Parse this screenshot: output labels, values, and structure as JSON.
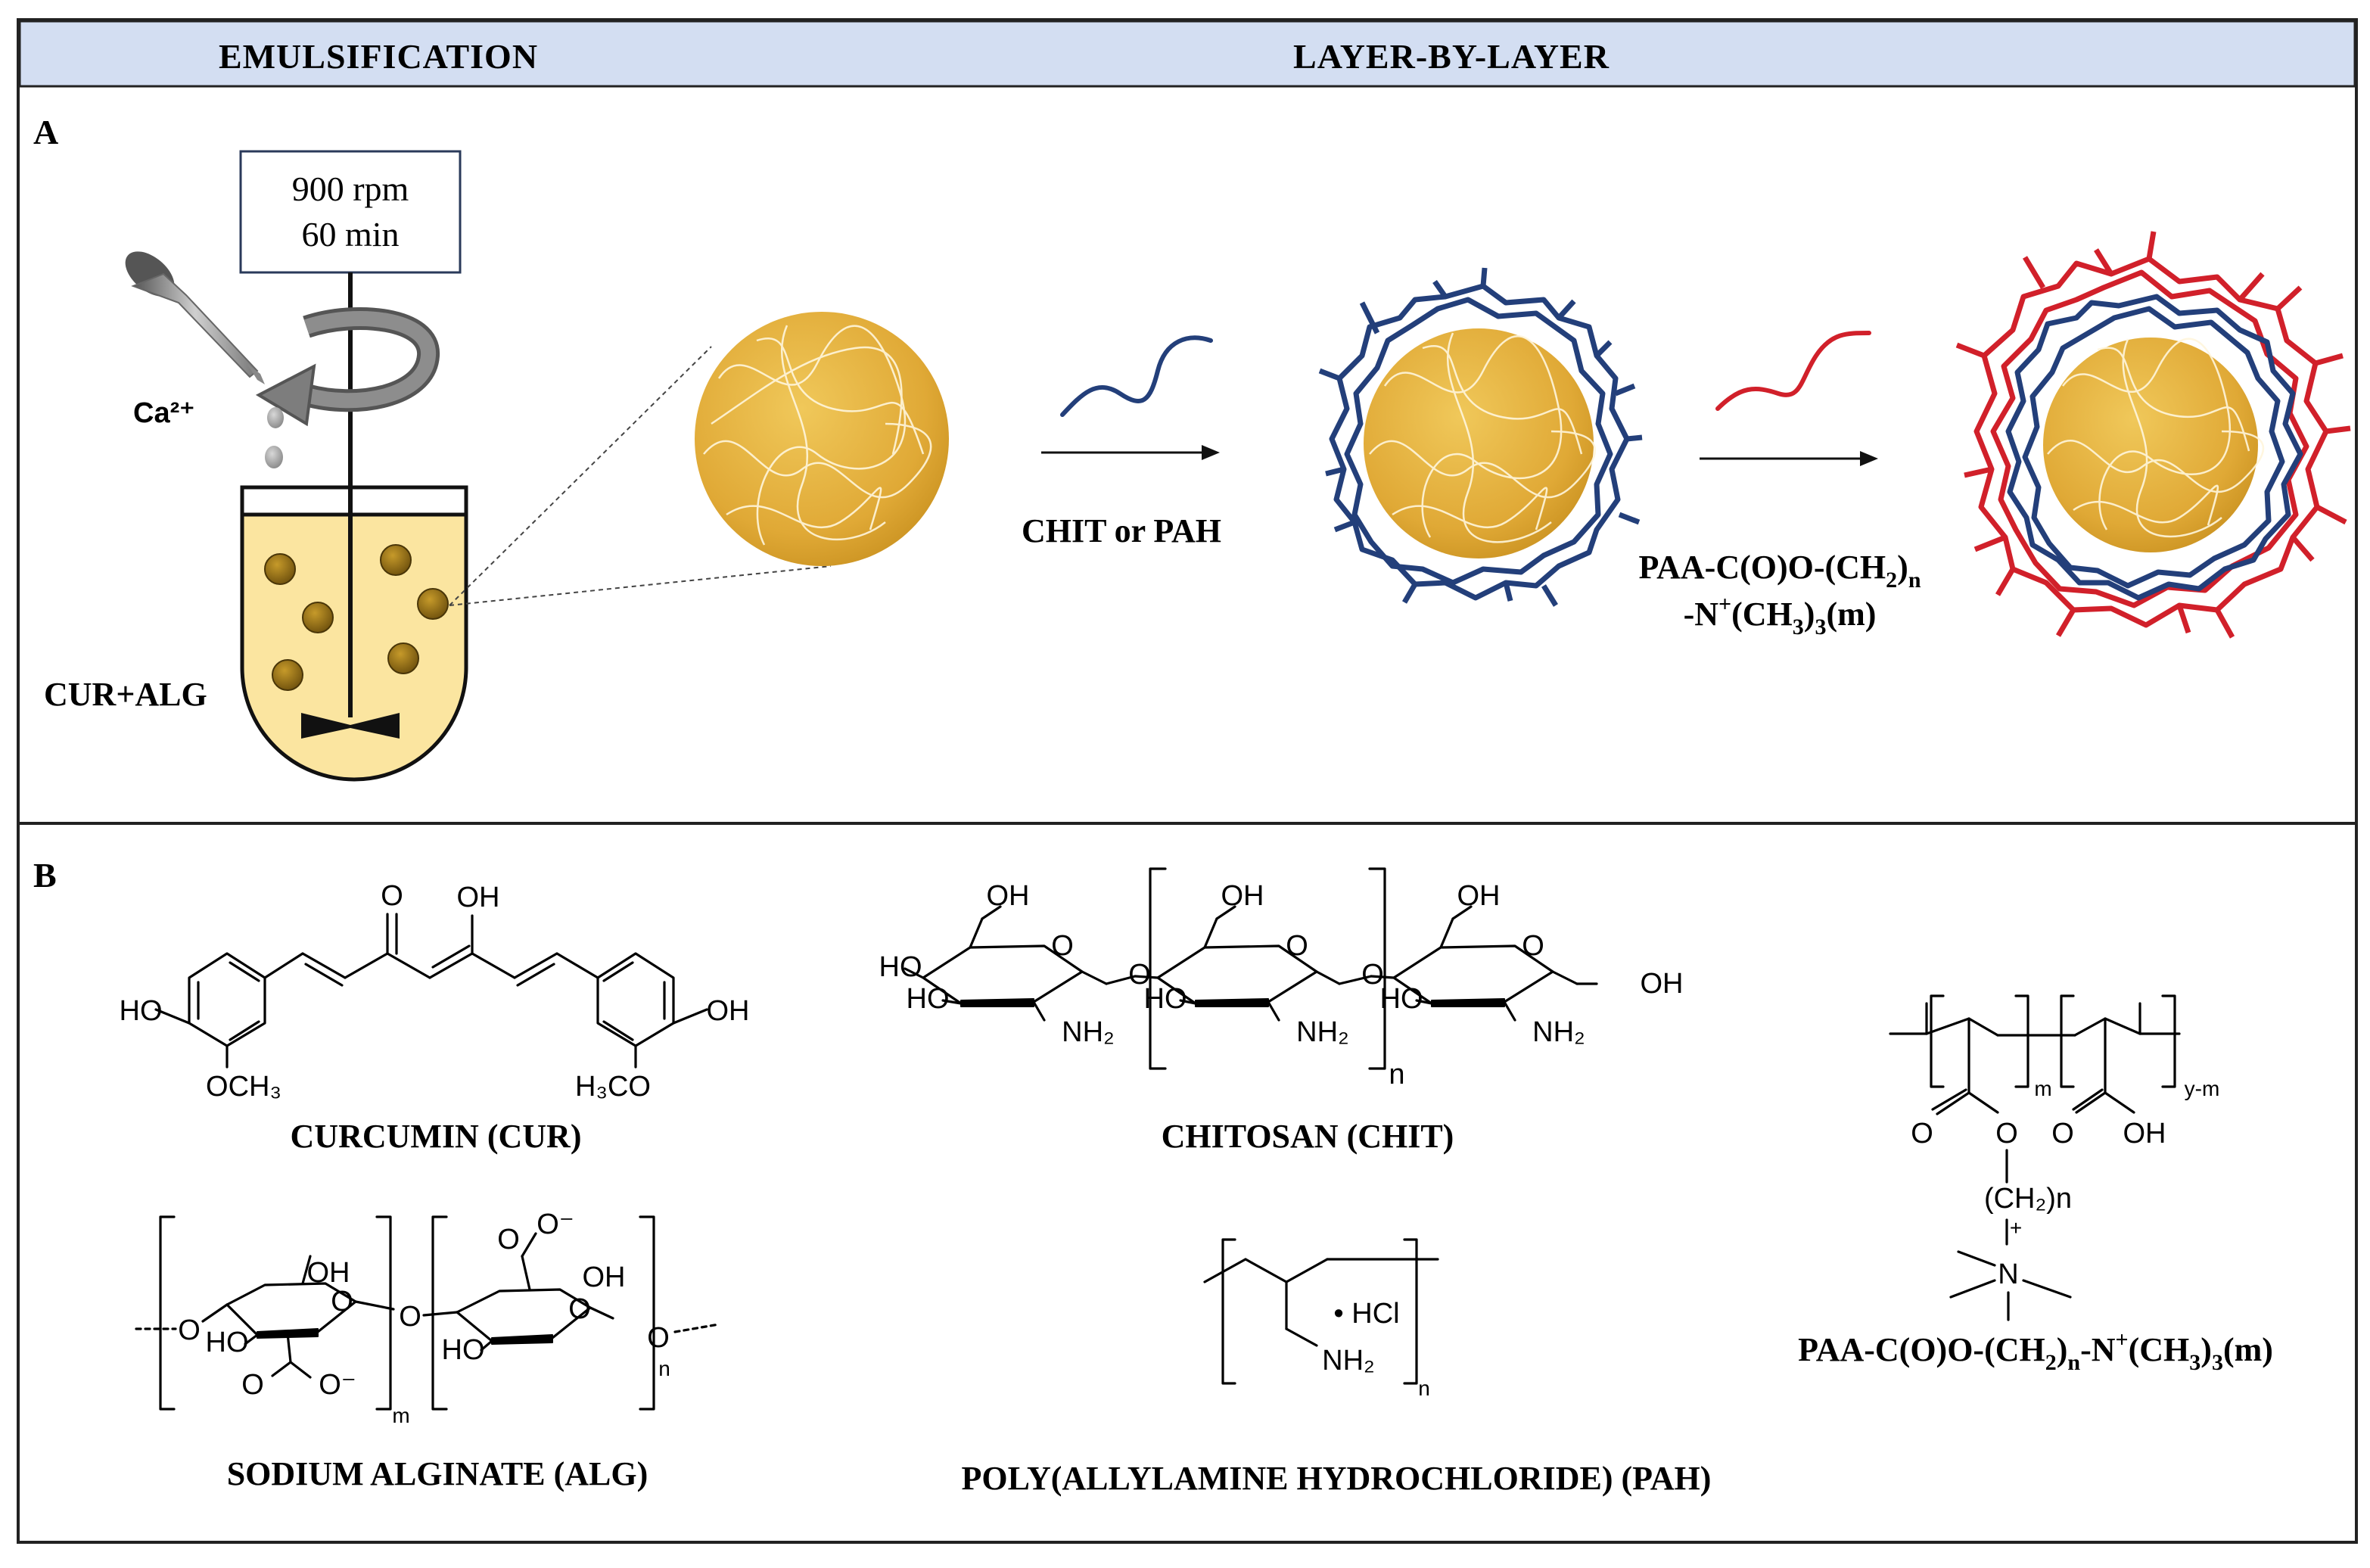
{
  "header": {
    "left_title": "EMULSIFICATION",
    "right_title": "LAYER-BY-LAYER"
  },
  "panel_a": {
    "label": "A",
    "stir_box": {
      "speed": "900 rpm",
      "time": "60 min"
    },
    "ion": "Ca²⁺",
    "beaker_label": "CUR+ALG",
    "step1": "CHIT or PAH",
    "step2": {
      "line1": {
        "a": "PAA-C(O)O-(CH",
        "sub1": "2",
        "b": ")",
        "sub2": "n"
      },
      "line2": {
        "a": "-N",
        "sup": "+",
        "b": "(CH",
        "sub1": "3",
        "c": ")",
        "sub2": "3",
        "d": "(m)"
      }
    },
    "colors": {
      "core": "#e2ad3c",
      "layer1": "#233f7a",
      "layer2": "#d1202a",
      "beaker_fill": "#fbe5a0",
      "bead": "#9b7416"
    }
  },
  "panel_b": {
    "label": "B",
    "curcumin": {
      "name": "CURCUMIN (CUR)",
      "o_label": "O",
      "oh_label": "OH",
      "ho_left": "HO",
      "och3": "OCH₃",
      "h3co": "H₃CO",
      "oh_right": "OH"
    },
    "chitosan": {
      "name": "CHITOSAN (CHIT)",
      "oh": "OH",
      "ho": "HO",
      "o": "O",
      "nh2": "NH₂",
      "n": "n"
    },
    "alginate": {
      "name": "SODIUM ALGINATE (ALG)",
      "oh": "OH",
      "ho": "HO",
      "o": "O",
      "o_minus": "O⁻",
      "m": "m",
      "n": "n"
    },
    "pah": {
      "name": "POLY(ALLYLAMINE HYDROCHLORIDE) (PAH)",
      "hcl": "• HCl",
      "nh2": "NH₂",
      "n": "n"
    },
    "paa": {
      "name": {
        "a": "PAA-C(O)O-(CH",
        "sub1": "2",
        "b": ")",
        "sub2": "n",
        "c": "-N",
        "sup": "+",
        "d": "(CH",
        "sub3": "3",
        "e": ")",
        "sub4": "3",
        "f": "(m)"
      },
      "m": "m",
      "ym": "y-m",
      "o": "O",
      "oh": "OH",
      "ch2n": "(CH₂)n",
      "plus": "+",
      "nplus": "N"
    }
  }
}
